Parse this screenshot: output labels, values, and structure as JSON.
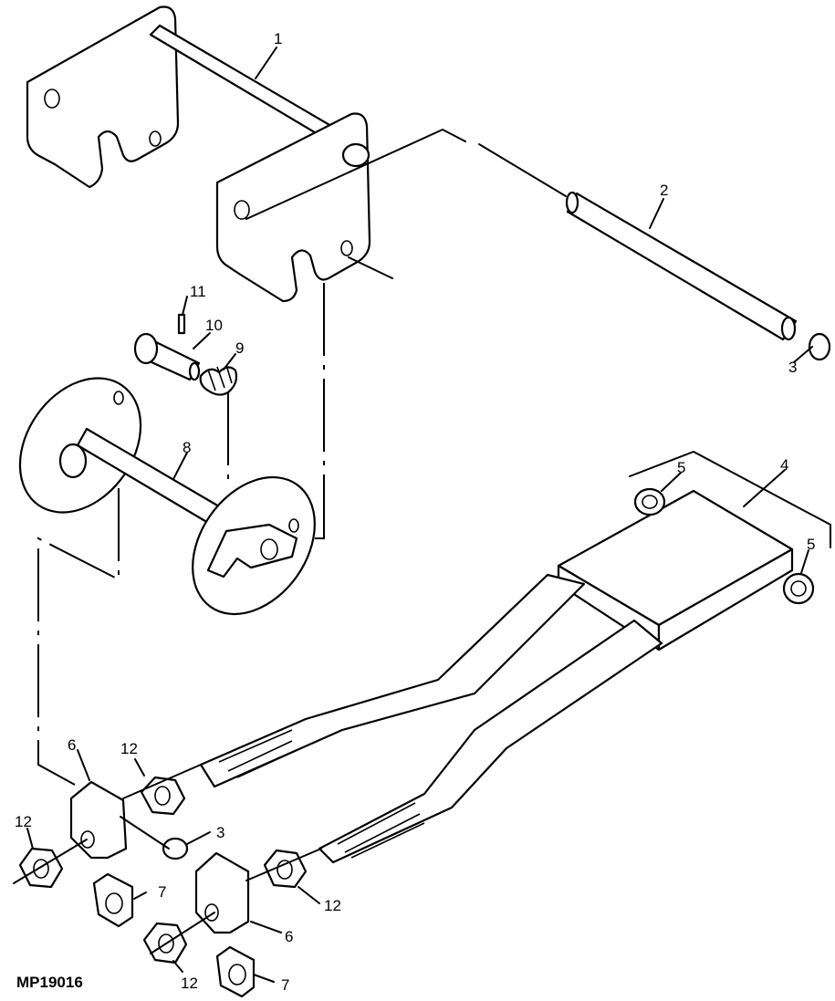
{
  "figure_id": "MP19016",
  "callouts": {
    "c1": "1",
    "c2": "2",
    "c3a": "3",
    "c3b": "3",
    "c4": "4",
    "c5a": "5",
    "c5b": "5",
    "c6a": "6",
    "c6b": "6",
    "c7a": "7",
    "c7b": "7",
    "c8": "8",
    "c9": "9",
    "c10": "10",
    "c11": "11",
    "c12a": "12",
    "c12b": "12",
    "c12c": "12",
    "c12d": "12"
  }
}
